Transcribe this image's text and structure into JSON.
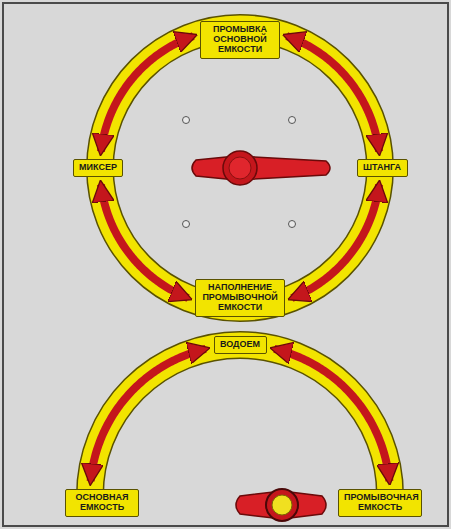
{
  "diagram": {
    "nodes": [
      {
        "text": [
          "ПРОМЫВКА ОСНОВНОЙ ЕМКОСТИ"
        ]
      },
      {
        "text": [
          "МИКСЕР"
        ]
      },
      {
        "text": [
          "ШТАНГА"
        ]
      },
      {
        "text": [
          "НАПОЛНЕНИЕ ПРОМЫВОЧНОЙ ЕМКОСТИ"
        ]
      },
      {
        "text": [
          "ВОДОЕМ"
        ]
      },
      {
        "text": [
          "ОСНОВНАЯ ЕМКОСТЬ"
        ]
      },
      {
        "text": [
          "ПРОМЫВОЧНАЯ ЕМКОСТЬ"
        ]
      }
    ],
    "edges": [
      {
        "from": 0,
        "to": 1,
        "arrow": "both"
      },
      {
        "from": 0,
        "to": 2,
        "arrow": "both"
      },
      {
        "from": 1,
        "to": 3,
        "arrow": "both"
      },
      {
        "from": 2,
        "to": 3,
        "arrow": "both"
      },
      {
        "from": 4,
        "to": 5,
        "arrow": "both"
      },
      {
        "from": 4,
        "to": 6,
        "arrow": "both"
      }
    ]
  }
}
